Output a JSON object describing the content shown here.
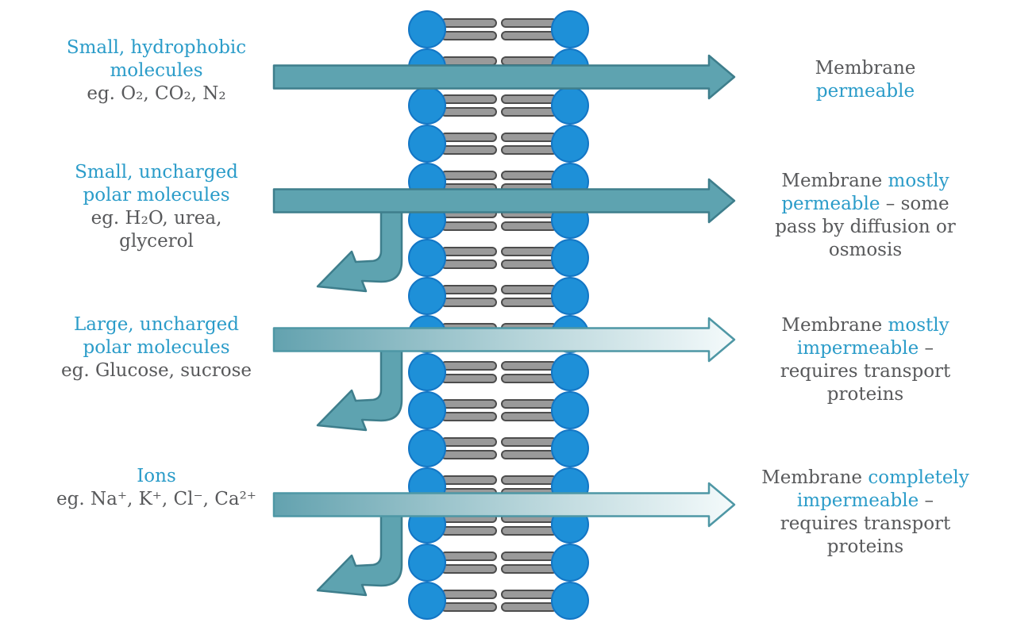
{
  "palette": {
    "cyan": "#2B9CC9",
    "gray": "#58595B",
    "head_blue": "#1E90D8",
    "head_border": "#1376C5",
    "tail_fill": "#9A9A9A",
    "tail_border": "#4D4D4D",
    "arrow_fill": "#5EA3B0",
    "arrow_border": "#3E7E8C",
    "gradient_border": "#4E97A5",
    "gradient_stops": [
      "#63A2AF",
      "#B7D5DA",
      "#F4FAFB"
    ]
  },
  "membrane": {
    "lipid_rows": 16
  },
  "rows": [
    {
      "molecule_class": {
        "lines": [
          {
            "text": "Small, hydrophobic",
            "color": "cyan"
          },
          {
            "text": "molecules",
            "color": "cyan"
          },
          {
            "text": "eg. O₂, CO₂, N₂",
            "color": "gray"
          }
        ]
      },
      "permeability": {
        "lines": [
          [
            {
              "text": "Membrane",
              "color": "gray"
            }
          ],
          [
            {
              "text": "permeable",
              "color": "cyan"
            }
          ]
        ]
      },
      "arrow": {
        "style": "solid",
        "return_arrow": false
      }
    },
    {
      "molecule_class": {
        "lines": [
          {
            "text": "Small, uncharged",
            "color": "cyan"
          },
          {
            "text": "polar molecules",
            "color": "cyan"
          },
          {
            "text": "eg. H₂O, urea,",
            "color": "gray"
          },
          {
            "text": "glycerol",
            "color": "gray"
          }
        ]
      },
      "permeability": {
        "lines": [
          [
            {
              "text": "Membrane ",
              "color": "gray"
            },
            {
              "text": "mostly",
              "color": "cyan"
            }
          ],
          [
            {
              "text": "permeable",
              "color": "cyan"
            },
            {
              "text": " – some",
              "color": "gray"
            }
          ],
          [
            {
              "text": "pass by diffusion or",
              "color": "gray"
            }
          ],
          [
            {
              "text": "osmosis",
              "color": "gray"
            }
          ]
        ]
      },
      "arrow": {
        "style": "solid",
        "return_arrow": true
      }
    },
    {
      "molecule_class": {
        "lines": [
          {
            "text": "Large, uncharged",
            "color": "cyan"
          },
          {
            "text": "polar molecules",
            "color": "cyan"
          },
          {
            "text": "eg. Glucose, sucrose",
            "color": "gray"
          }
        ]
      },
      "permeability": {
        "lines": [
          [
            {
              "text": "Membrane ",
              "color": "gray"
            },
            {
              "text": "mostly",
              "color": "cyan"
            }
          ],
          [
            {
              "text": "impermeable",
              "color": "cyan"
            },
            {
              "text": " –",
              "color": "gray"
            }
          ],
          [
            {
              "text": "requires transport",
              "color": "gray"
            }
          ],
          [
            {
              "text": "proteins",
              "color": "gray"
            }
          ]
        ]
      },
      "arrow": {
        "style": "gradient",
        "return_arrow": true
      }
    },
    {
      "molecule_class": {
        "lines": [
          {
            "text": "Ions",
            "color": "cyan"
          },
          {
            "text": "eg. Na⁺, K⁺, Cl⁻, Ca²⁺",
            "color": "gray"
          }
        ]
      },
      "permeability": {
        "lines": [
          [
            {
              "text": "Membrane ",
              "color": "gray"
            },
            {
              "text": "completely",
              "color": "cyan"
            }
          ],
          [
            {
              "text": "impermeable",
              "color": "cyan"
            },
            {
              "text": " –",
              "color": "gray"
            }
          ],
          [
            {
              "text": "requires transport",
              "color": "gray"
            }
          ],
          [
            {
              "text": "proteins",
              "color": "gray"
            }
          ]
        ]
      },
      "arrow": {
        "style": "gradient",
        "return_arrow": true
      }
    }
  ]
}
